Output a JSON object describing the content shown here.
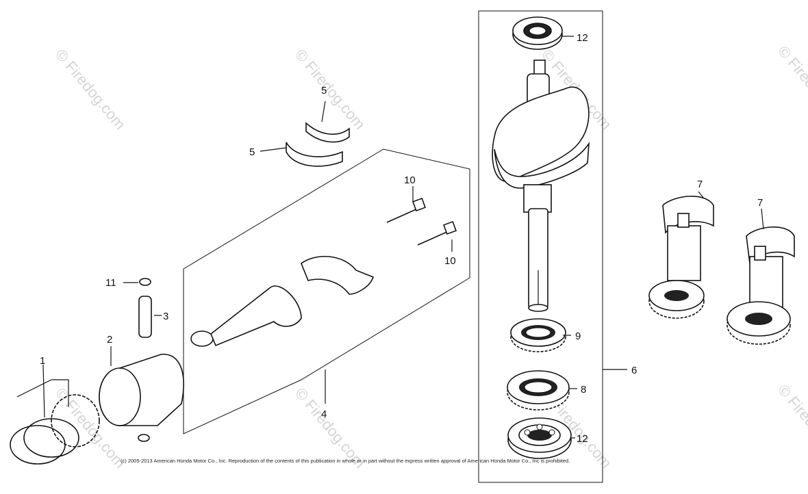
{
  "diagram": {
    "watermark_text": "© Firedog.com",
    "copyright": "(c) 2005-2013 American Honda Motor Co., Inc. Reproduction of the contents of this publication in whole or in part without the express written approval of American Honda Motor Co., Inc is prohibited.",
    "callouts": {
      "c1": "1",
      "c2": "2",
      "c3": "3",
      "c4": "4",
      "c5a": "5",
      "c5b": "5",
      "c6": "6",
      "c7a": "7",
      "c7b": "7",
      "c8": "8",
      "c9": "9",
      "c10a": "10",
      "c10b": "10",
      "c11": "11",
      "c12a": "12",
      "c12b": "12"
    }
  }
}
